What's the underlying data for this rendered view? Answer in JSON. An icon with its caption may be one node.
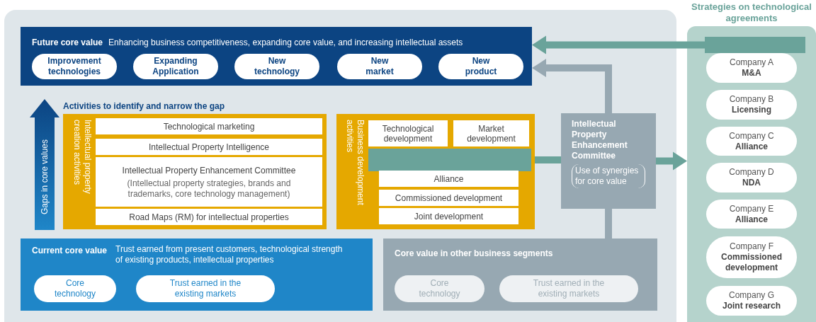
{
  "diagram": {
    "nodes": [
      {
        "text": [],
        "shape": "box"
      },
      {
        "text": [
          "Future core value",
          "Enhancing business competitiveness, expanding core value, and increasing intellectual assets"
        ],
        "in": 0
      },
      {
        "text": [
          "Improvement technologies"
        ],
        "in": 1
      },
      {
        "text": [
          "Expanding Application"
        ],
        "in": 1
      },
      {
        "text": [
          "New technology"
        ],
        "in": 1
      },
      {
        "text": [
          "New market"
        ],
        "in": 1
      },
      {
        "text": [
          "New product"
        ],
        "in": 1
      },
      {
        "text": [
          "Gaps in core values"
        ],
        "in": 0
      },
      {
        "text": [
          "Intellectual property creation activities"
        ],
        "in": 0
      },
      {
        "text": [
          "Technological marketing"
        ],
        "in": 8
      },
      {
        "text": [
          "Intellectual Property Intelligence"
        ],
        "in": 8
      },
      {
        "text": [
          "Intellectual Property Enhancement Committee",
          "(Intellectual property strategies, brands and trademarks, core technology management)"
        ],
        "in": 8
      },
      {
        "text": [
          "Road Maps (RM) for intellectual properties"
        ],
        "in": 8
      },
      {
        "text": [
          "Business development activities"
        ],
        "in": 0
      },
      {
        "text": [
          "Technological development"
        ],
        "in": 13
      },
      {
        "text": [
          "Market development"
        ],
        "in": 13
      },
      {
        "text": [],
        "shape": "bar",
        "in": 13
      },
      {
        "text": [
          "Alliance"
        ],
        "in": 13
      },
      {
        "text": [
          "Commissioned development"
        ],
        "in": 13
      },
      {
        "text": [
          "Joint development"
        ],
        "in": 13
      },
      {
        "text": [
          "Intellectual Property Enhancement Committee",
          "Use of synergies for core value"
        ],
        "in": 0
      },
      {
        "text": [
          "Current core value",
          "Trust earned from present customers, technological strength of existing products, intellectual properties"
        ],
        "in": 0
      },
      {
        "text": [
          "Core technology"
        ],
        "in": 21
      },
      {
        "text": [
          "Trust earned in the existing markets"
        ],
        "in": 21
      },
      {
        "text": [
          "Core value in other business segments"
        ],
        "in": 0
      },
      {
        "text": [
          "Core technology"
        ],
        "in": 24
      },
      {
        "text": [
          "Trust earned in the existing markets"
        ],
        "in": 24
      },
      {
        "text": [
          "Strategies on technological agreements"
        ]
      },
      {
        "text": [],
        "shape": "bar",
        "in": 27
      },
      {
        "text": [
          "Company A",
          "M&A"
        ],
        "in": 27
      },
      {
        "text": [
          "Company B",
          "Licensing"
        ],
        "in": 27
      },
      {
        "text": [
          "Company C",
          "Alliance"
        ],
        "in": 27
      },
      {
        "text": [
          "Company D",
          "NDA"
        ],
        "in": 27
      },
      {
        "text": [
          "Company E",
          "Alliance"
        ],
        "in": 27
      },
      {
        "text": [
          "Company F",
          "Commissioned development"
        ],
        "in": 27
      },
      {
        "text": [
          "Company G",
          "Joint research"
        ],
        "in": 27
      }
    ],
    "edges": [
      {
        "from": 28,
        "to": 1,
        "arrow": "to",
        "color": "#6aa39a"
      },
      {
        "from": 20,
        "to": 1,
        "arrow": "to"
      },
      {
        "from": 24,
        "to": 20,
        "arrow": "none"
      },
      {
        "from": 16,
        "to": 20,
        "arrow": "none",
        "color": "#6aa39a"
      },
      {
        "from": 20,
        "to": 27,
        "arrow": "to",
        "color": "#6aa39a"
      }
    ],
    "labels": [
      "Activities to identify and narrow the gap"
    ]
  }
}
